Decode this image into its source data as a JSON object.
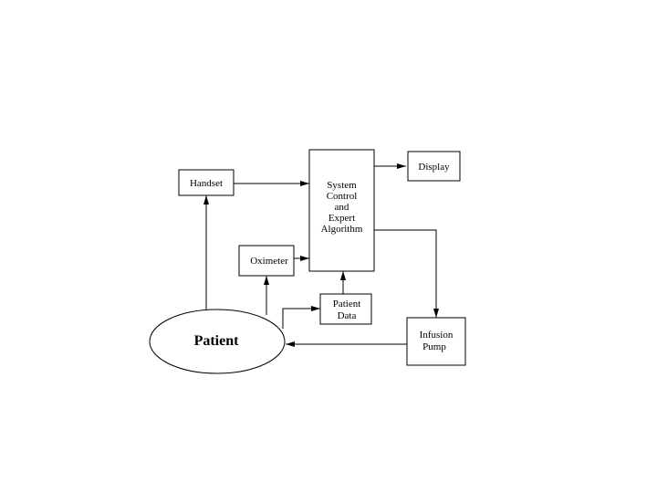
{
  "diagram": {
    "nodes": {
      "handset": {
        "label": "Handset"
      },
      "system": {
        "lines": [
          "System",
          "Control",
          "and",
          "Expert",
          "Algorithm"
        ]
      },
      "display": {
        "label": "Display"
      },
      "oximeter": {
        "label": "Oximeter"
      },
      "patient_data": {
        "lines": [
          "Patient",
          "Data"
        ]
      },
      "infusion_pump": {
        "lines": [
          "Infusion",
          "Pump"
        ]
      },
      "patient": {
        "label": "Patient"
      }
    },
    "edges": [
      {
        "from": "Handset",
        "to": "System Control and Expert Algorithm"
      },
      {
        "from": "System Control and Expert Algorithm",
        "to": "Display"
      },
      {
        "from": "Oximeter",
        "to": "System Control and Expert Algorithm"
      },
      {
        "from": "Patient Data",
        "to": "System Control and Expert Algorithm"
      },
      {
        "from": "System Control and Expert Algorithm",
        "to": "Infusion Pump"
      },
      {
        "from": "Infusion Pump",
        "to": "Patient"
      },
      {
        "from": "Patient",
        "to": "Handset"
      },
      {
        "from": "Patient",
        "to": "Oximeter"
      },
      {
        "from": "Patient",
        "to": "Patient Data"
      }
    ]
  }
}
